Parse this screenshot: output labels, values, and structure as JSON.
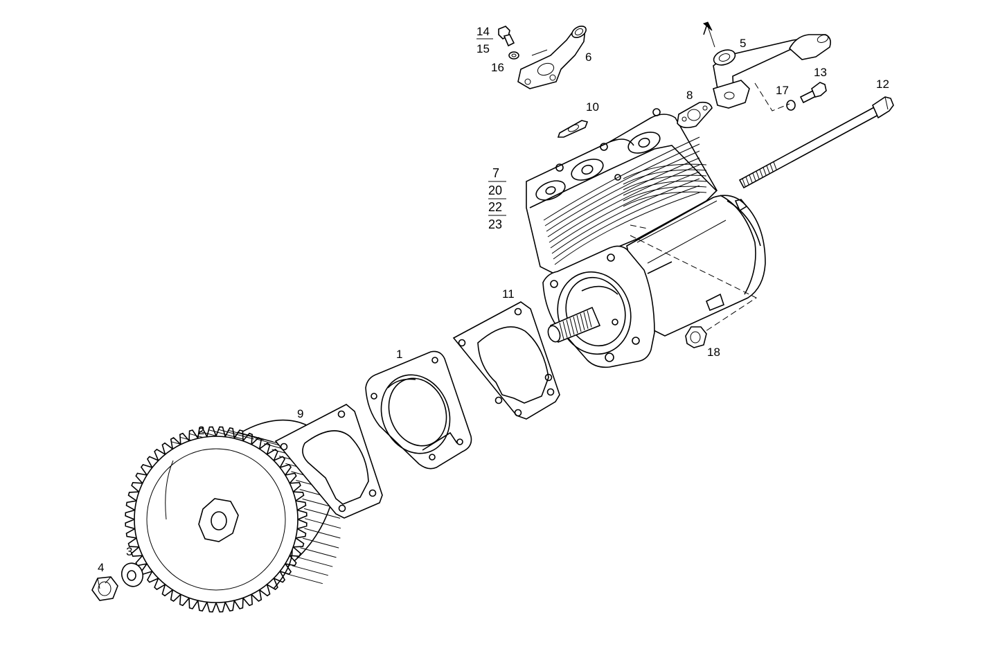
{
  "diagram": {
    "labels": {
      "p1": "1",
      "p2": "2",
      "p3": "3",
      "p4": "4",
      "p5": "5",
      "p6": "6",
      "p8": "8",
      "p9": "9",
      "p10": "10",
      "p11": "11",
      "p12": "12",
      "p13": "13",
      "p16": "16",
      "p17": "17",
      "p18": "18",
      "stack_14_15": [
        "14",
        "15"
      ],
      "stack_7_23": [
        "7",
        "20",
        "22",
        "23"
      ]
    }
  }
}
